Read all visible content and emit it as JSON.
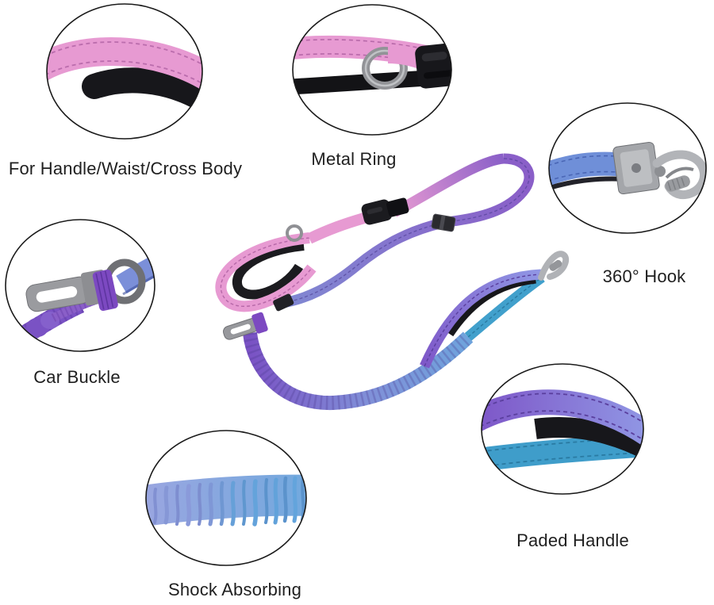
{
  "page": {
    "background": "#ffffff",
    "description": "Product feature infographic for a multi-function bungee dog leash with six circular zoom callouts"
  },
  "product": {
    "colors": {
      "pink": "#e79ad2",
      "pink_stitch": "#b668a8",
      "purple": "#8a5fc8",
      "deep_purple": "#7a52c4",
      "periwinkle": "#8088d2",
      "blue_bungee": "#72a9de",
      "teal": "#3f9dca",
      "black_padding": "#17171b",
      "metal_silver": "#a9aaae",
      "circle_stroke": "#1a1a1a",
      "label_text": "#1f1f1f"
    }
  },
  "callouts": [
    {
      "id": "handle",
      "label": "For Handle/Waist/Cross Body",
      "depicts": "pink webbing handle loop with black neoprene padding"
    },
    {
      "id": "metal-ring",
      "label": "Metal Ring",
      "depicts": "pink strap threaded through a metal D-ring beside a black buckle"
    },
    {
      "id": "hook-360",
      "label": "360° Hook",
      "depicts": "blue strap with swivel metal snap hook and screw lock"
    },
    {
      "id": "car-buckle",
      "label": "Car Buckle",
      "depicts": "metal seat-belt tongue on purple bungee with blue strap"
    },
    {
      "id": "shock-absorbing",
      "label": "Shock Absorbing",
      "depicts": "elastic ruffled bungee section fading periwinkle to blue"
    },
    {
      "id": "paded-handle",
      "label": "Paded Handle",
      "depicts": "purple strap over black padding above a teal strap"
    }
  ]
}
